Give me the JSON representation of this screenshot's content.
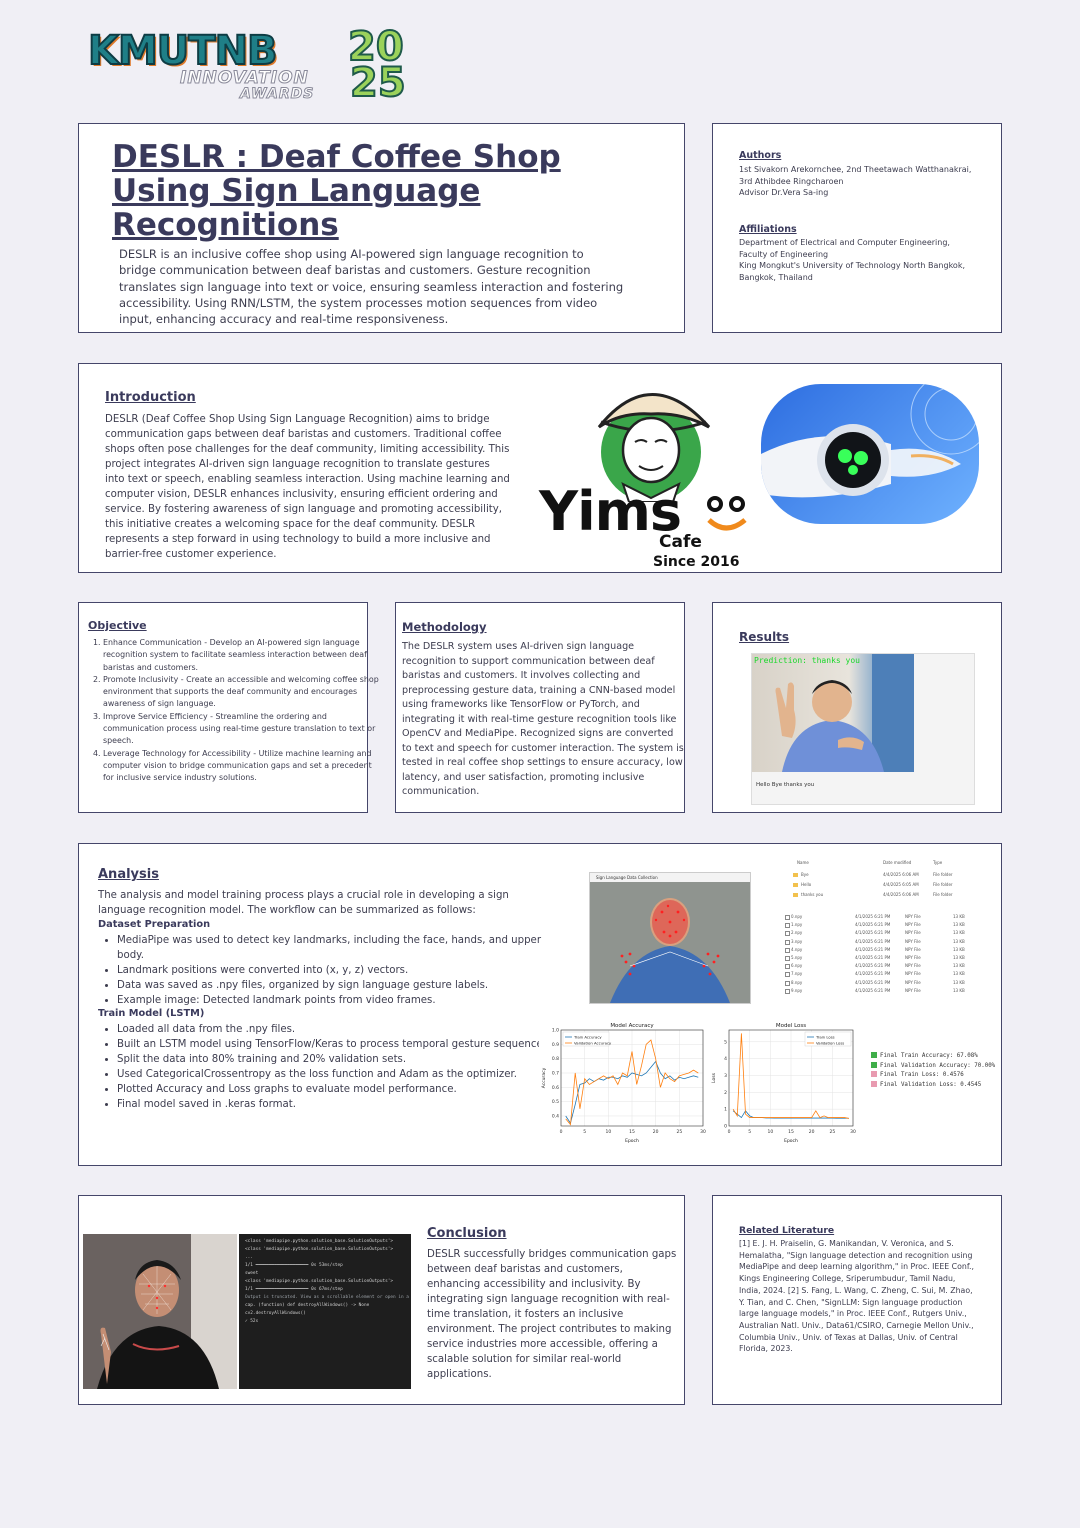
{
  "logo": {
    "brand": "KMUTNB",
    "line1": "INNOVATION",
    "line2": "AWARDS",
    "year_top": "20",
    "year_bottom": "25"
  },
  "title": {
    "heading": "DESLR : Deaf Coffee Shop Using Sign Language Recognitions",
    "abstract": "DESLR is an inclusive coffee shop using AI-powered sign language recognition to bridge communication between deaf baristas and customers. Gesture recognition translates sign language into text or voice, ensuring seamless interaction and fostering accessibility. Using RNN/LSTM, the system processes motion sequences from video input, enhancing accuracy and real-time responsiveness."
  },
  "authors": {
    "heading": "Authors",
    "lines": [
      "1st Sivakorn Arekornchee, 2nd Theetawach Watthanakrai,",
      "3rd Athibdee Ringcharoen",
      "Advisor Dr.Vera Sa-ing"
    ],
    "aff_heading": "Affiliations",
    "aff_lines": [
      "Department of Electrical and Computer Engineering,",
      "Faculty of Engineering",
      "King Mongkut's University of Technology North Bangkok,",
      "Bangkok, Thailand"
    ]
  },
  "introduction": {
    "heading": "Introduction",
    "body": "DESLR (Deaf Coffee Shop Using Sign Language Recognition) aims to bridge communication gaps between deaf baristas and customers. Traditional coffee shops often pose challenges for the deaf community, limiting accessibility. This project integrates AI-driven sign language recognition to translate gestures into text or speech, enabling seamless interaction. Using machine learning and computer vision, DESLR enhances inclusivity, ensuring efficient ordering and service. By fostering awareness of sign language and promoting accessibility, this initiative creates a welcoming space for the deaf community. DESLR represents a step forward in using technology to build a more inclusive and barrier-free customer experience."
  },
  "cafe_logo": {
    "name": "Yims",
    "sub": "Cafe",
    "since": "Since 2016"
  },
  "objective": {
    "heading": "Objective",
    "items": [
      "Enhance Communication - Develop an AI-powered sign language recognition system to facilitate seamless interaction between deaf baristas and customers.",
      "Promote Inclusivity - Create an accessible and welcoming coffee shop environment that supports the deaf community and encourages awareness of sign language.",
      "Improve Service Efficiency - Streamline the ordering and communication process using real-time gesture translation to text or speech.",
      "Leverage Technology for Accessibility - Utilize machine learning and computer vision to bridge communication gaps and set a precedent for inclusive service industry solutions."
    ]
  },
  "methodology": {
    "heading": "Methodology",
    "body": "The DESLR system uses AI-driven sign language recognition to support communication between deaf baristas and customers. It involves collecting and preprocessing gesture data, training a CNN-based model using frameworks like TensorFlow or PyTorch, and integrating it with real-time gesture recognition tools like OpenCV and MediaPipe. Recognized signs are converted to text and speech for customer interaction. The system is tested in real coffee shop settings to ensure accuracy, low latency, and user satisfaction, promoting inclusive communication."
  },
  "results": {
    "heading": "Results",
    "overlay": "Prediction: thanks you",
    "output": "Hello Bye thanks you"
  },
  "analysis": {
    "heading": "Analysis",
    "intro": "The analysis and model training process plays a crucial role in developing a sign language recognition model. The workflow can be summarized as follows:",
    "sub1": "Dataset Preparation",
    "list1": [
      "MediaPipe was used to detect key landmarks, including the face, hands, and upper body.",
      "Landmark positions were converted into (x, y, z) vectors.",
      "Data was saved as .npy files, organized by sign language gesture labels.",
      "Example image: Detected landmark points from video frames."
    ],
    "sub2": "Train Model (LSTM)",
    "list2": [
      "Loaded all data from the .npy files.",
      "Built an LSTM model using TensorFlow/Keras to process temporal gesture sequences.",
      "Split the data into 80% training and 20% validation sets.",
      "Used CategoricalCrossentropy as the loss function and Adam as the optimizer.",
      "Plotted Accuracy and Loss graphs to evaluate model performance.",
      "Final model saved in .keras format."
    ],
    "window_title": "Sign Language Data Collection",
    "folders": {
      "headers": [
        "Name",
        "Date modified",
        "Type"
      ],
      "rows": [
        {
          "name": "Bye",
          "date": "4/4/2025 6:06 AM",
          "type": "File folder"
        },
        {
          "name": "Hello",
          "date": "4/4/2025 6:05 AM",
          "type": "File folder"
        },
        {
          "name": "thanks you",
          "date": "4/4/2025 6:06 AM",
          "type": "File folder"
        }
      ]
    },
    "files": {
      "rows": [
        {
          "name": "0.npy",
          "date": "4/1/2025 6:21 PM",
          "type": "NPY File",
          "size": "13 KB"
        },
        {
          "name": "1.npy",
          "date": "4/1/2025 6:21 PM",
          "type": "NPY File",
          "size": "13 KB"
        },
        {
          "name": "2.npy",
          "date": "4/1/2025 6:21 PM",
          "type": "NPY File",
          "size": "13 KB"
        },
        {
          "name": "3.npy",
          "date": "4/1/2025 6:21 PM",
          "type": "NPY File",
          "size": "13 KB"
        },
        {
          "name": "4.npy",
          "date": "4/1/2025 6:21 PM",
          "type": "NPY File",
          "size": "13 KB"
        },
        {
          "name": "5.npy",
          "date": "4/1/2025 6:21 PM",
          "type": "NPY File",
          "size": "13 KB"
        },
        {
          "name": "6.npy",
          "date": "4/1/2025 6:21 PM",
          "type": "NPY File",
          "size": "13 KB"
        },
        {
          "name": "7.npy",
          "date": "4/1/2025 6:21 PM",
          "type": "NPY File",
          "size": "13 KB"
        },
        {
          "name": "8.npy",
          "date": "4/1/2025 6:21 PM",
          "type": "NPY File",
          "size": "13 KB"
        },
        {
          "name": "9.npy",
          "date": "4/1/2025 6:21 PM",
          "type": "NPY File",
          "size": "13 KB"
        }
      ]
    },
    "metrics": [
      "Final Train Accuracy: 67.08%",
      "Final Validation Accuracy: 70.00%",
      "Final Train Loss: 0.4576",
      "Final Validation Loss: 0.4545"
    ]
  },
  "chart_data": [
    {
      "type": "line",
      "title": "Model Accuracy",
      "xlabel": "Epoch",
      "ylabel": "Accuracy",
      "xlim": [
        0,
        30
      ],
      "ylim": [
        0.33,
        1.0
      ],
      "xticks": [
        "0",
        "5",
        "10",
        "15",
        "20",
        "25",
        "30"
      ],
      "yticks": [
        "0.4",
        "0.5",
        "0.6",
        "0.7",
        "0.8",
        "0.9",
        "1.0"
      ],
      "grid": true,
      "legend": "top-left",
      "x": [
        1,
        2,
        3,
        4,
        5,
        6,
        7,
        8,
        9,
        10,
        11,
        12,
        13,
        14,
        15,
        16,
        17,
        18,
        19,
        20,
        21,
        22,
        23,
        24,
        25,
        26,
        27,
        28,
        29
      ],
      "series": [
        {
          "name": "Train Accuracy",
          "color": "#1f77b4",
          "values": [
            0.4,
            0.35,
            0.48,
            0.62,
            0.63,
            0.66,
            0.64,
            0.66,
            0.65,
            0.67,
            0.67,
            0.66,
            0.68,
            0.67,
            0.7,
            0.69,
            0.68,
            0.7,
            0.74,
            0.78,
            0.7,
            0.66,
            0.68,
            0.65,
            0.67,
            0.66,
            0.67,
            0.68,
            0.67
          ]
        },
        {
          "name": "Validation Accuracy",
          "color": "#ff7f0e",
          "values": [
            0.38,
            0.34,
            0.7,
            0.45,
            0.66,
            0.62,
            0.64,
            0.66,
            0.68,
            0.66,
            0.68,
            0.62,
            0.7,
            0.68,
            0.85,
            0.62,
            0.75,
            0.9,
            0.93,
            0.8,
            0.6,
            0.7,
            0.66,
            0.64,
            0.68,
            0.69,
            0.7,
            0.72,
            0.7
          ]
        }
      ]
    },
    {
      "type": "line",
      "title": "Model Loss",
      "xlabel": "Epoch",
      "ylabel": "Loss",
      "xlim": [
        0,
        30
      ],
      "ylim": [
        0,
        5.7
      ],
      "xticks": [
        "0",
        "5",
        "10",
        "15",
        "20",
        "25",
        "30"
      ],
      "yticks": [
        "0",
        "1",
        "2",
        "3",
        "4",
        "5"
      ],
      "grid": true,
      "legend": "top-right",
      "x": [
        1,
        2,
        3,
        4,
        5,
        6,
        7,
        8,
        9,
        10,
        11,
        12,
        13,
        14,
        15,
        16,
        17,
        18,
        19,
        20,
        21,
        22,
        23,
        24,
        25,
        26,
        27,
        28,
        29
      ],
      "series": [
        {
          "name": "Train Loss",
          "color": "#1f77b4",
          "values": [
            0.9,
            0.7,
            0.5,
            0.9,
            0.6,
            0.5,
            0.5,
            0.5,
            0.48,
            0.48,
            0.47,
            0.47,
            0.47,
            0.47,
            0.47,
            0.47,
            0.47,
            0.47,
            0.47,
            0.47,
            0.47,
            0.47,
            0.47,
            0.47,
            0.47,
            0.46,
            0.46,
            0.46,
            0.46
          ]
        },
        {
          "name": "Validation Loss",
          "color": "#ff7f0e",
          "values": [
            1.0,
            0.6,
            5.5,
            0.7,
            0.5,
            0.5,
            0.5,
            0.5,
            0.5,
            0.5,
            0.5,
            0.5,
            0.5,
            0.5,
            0.5,
            0.5,
            0.5,
            0.5,
            0.5,
            0.5,
            0.9,
            0.5,
            0.6,
            0.5,
            0.5,
            0.5,
            0.5,
            0.5,
            0.45
          ]
        }
      ]
    }
  ],
  "conclusion": {
    "heading": "Conclusion",
    "body": "DESLR successfully bridges communication gaps between deaf baristas and customers, enhancing accessibility and inclusivity. By integrating sign language recognition with real-time translation, it fosters an inclusive environment. The project contributes to making service industries more accessible, offering a scalable solution for similar real-world applications.",
    "terminal_lines": [
      "<class 'mediapipe.python.solution_base.SolutionOutputs'>",
      "<class 'mediapipe.python.solution_base.SolutionOutputs'>",
      "...",
      "1/1 ━━━━━━━━━━━━━━━━━━━━ 0s 53ms/step",
      "sweet",
      "<class 'mediapipe.python.solution_base.SolutionOutputs'>",
      "1/1 ━━━━━━━━━━━━━━━━━━━━ 0s 67ms/step",
      "Output is truncated. View as a scrollable element or open in a text editor.",
      "cap.  (function) def destroyAllWindows() -> None",
      "cv2.destroyAllWindows()",
      "✓ 52s"
    ]
  },
  "literature": {
    "heading": "Related Literature",
    "body": "[1] E. J. H. Praiselin, G. Manikandan, V. Veronica, and S. Hemalatha, \"Sign language detection and recognition using MediaPipe and deep learning algorithm,\" in Proc. IEEE Conf., Kings Engineering College, Sriperumbudur, Tamil Nadu, India, 2024. [2] S. Fang, L. Wang, C. Zheng, C. Sui, M. Zhao, Y. Tian, and C. Chen, \"SignLLM: Sign language production large language models,\" in Proc. IEEE Conf., Rutgers Univ., Australian Natl. Univ., Data61/CSIRO, Carnegie Mellon Univ., Columbia Univ., Univ. of Texas at Dallas, Univ. of Central Florida, 2023."
  }
}
